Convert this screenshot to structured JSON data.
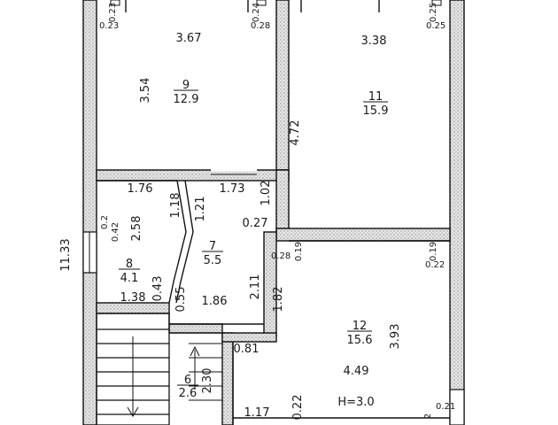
{
  "plan": {
    "overall_height": "11.33",
    "ceiling_height": "H=3.0",
    "rooms": [
      {
        "number": "9",
        "area": "12.9",
        "width": "3.67",
        "depth": "3.54"
      },
      {
        "number": "11",
        "area": "15.9",
        "width": "3.38",
        "depth": "4.72"
      },
      {
        "number": "8",
        "area": "4.1",
        "width": "1.76",
        "depth": "2.58"
      },
      {
        "number": "7",
        "area": "5.5",
        "width": "1.73",
        "depth": "1.86"
      },
      {
        "number": "12",
        "area": "15.6",
        "width": "4.49",
        "depth": "3.93"
      },
      {
        "number": "6",
        "area": "2.6",
        "width": "2.30",
        "depth": ""
      }
    ],
    "dims": {
      "r9_left_small": "0.23",
      "r9_top_small": "0.23",
      "r9_right_small_a": "0.24",
      "r9_right_small_b": "0.28",
      "r11_right_small_a": "0.25",
      "r11_right_small_b": "0.25",
      "r8_side_a": "0.2",
      "r8_side_b": "0.42",
      "r8_right": "1.18",
      "r8_bottom": "1.38",
      "r8_bottom_small": "0.43",
      "r7_left": "1.21",
      "r7_right_a": "1.02",
      "r7_right_b": "0.27",
      "r7_bottom_left": "0.55",
      "r7_bottom_right": "2.11",
      "r12_top_left_a": "0.28",
      "r12_top_left_b": "0.19",
      "r12_top_right_a": "0.19",
      "r12_top_right_b": "0.22",
      "r12_left": "1.82",
      "r12_left_small": "0.81",
      "r12_bottom_left": "1.17",
      "r12_bottom_small": "0.22",
      "r12_bottom_right": "0.21",
      "r12_bottom_right_b": "2"
    }
  }
}
